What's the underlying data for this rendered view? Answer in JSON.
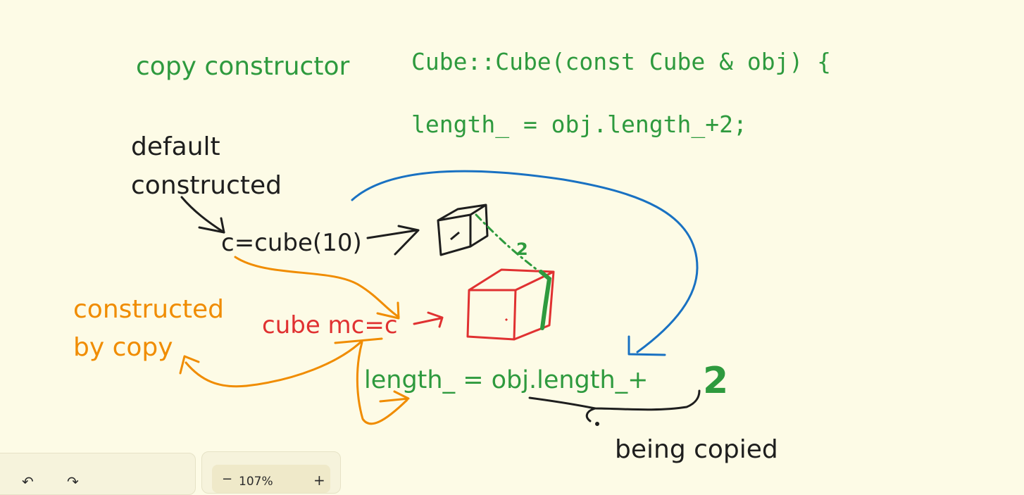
{
  "canvas": {
    "background": "#fdfbe6",
    "colors": {
      "green": "#2e9a3e",
      "black": "#1e1e1e",
      "orange": "#f08c00",
      "red": "#e03131",
      "blue": "#1971c2"
    },
    "labels": {
      "copy_constructor": "copy constructor",
      "code_line1": "Cube::Cube(const Cube & obj) {",
      "code_line2": "length_ = obj.length_+2;",
      "default_line1": "default",
      "default_line2": "constructed",
      "c_cube": "c=cube(10)",
      "constructed_by_copy_line1": "constructed",
      "constructed_by_copy_line2": "by copy",
      "cube_mc": "cube mc=c",
      "two_small": "2",
      "handwritten_length": "length_ = obj.length_+",
      "handwritten_two": "2",
      "being_copied": "being copied"
    }
  },
  "toolbar": {
    "undo_icon": "undo-icon",
    "redo_icon": "redo-icon",
    "undo_glyph": "↶",
    "redo_glyph": "↷",
    "zoom_level": "107%",
    "zoom_out_icon": "minus-icon",
    "zoom_in_icon": "plus-icon",
    "zoom_out_glyph": "−",
    "zoom_in_glyph": "+"
  }
}
